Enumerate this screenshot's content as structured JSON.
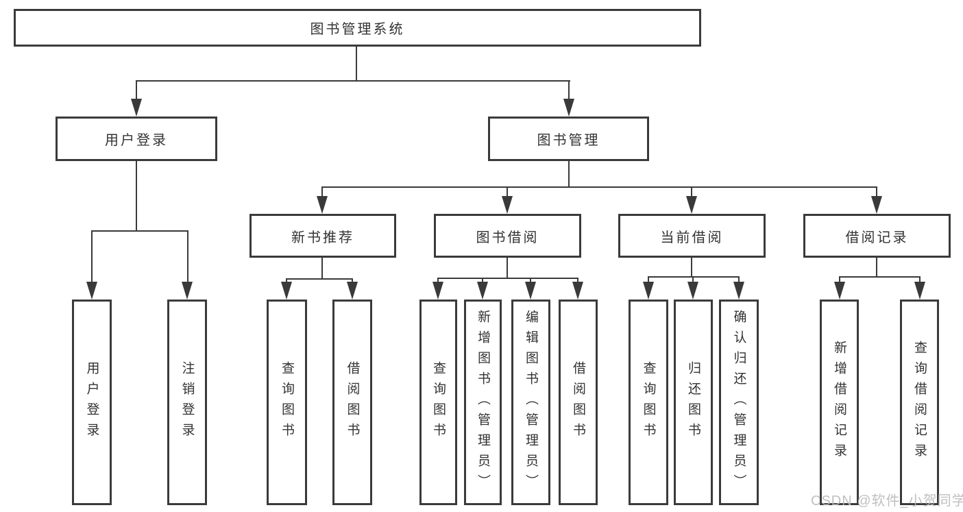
{
  "nodes": {
    "root": {
      "label": "图书管理系统"
    },
    "userLogin": {
      "label": "用户登录",
      "children": [
        {
          "label": "用户登录"
        },
        {
          "label": "注销登录"
        }
      ]
    },
    "bookMgmt": {
      "label": "图书管理"
    },
    "newBookRec": {
      "label": "新书推荐",
      "children": [
        {
          "label": "查询图书"
        },
        {
          "label": "借阅图书"
        }
      ]
    },
    "bookBorrow": {
      "label": "图书借阅",
      "children": [
        {
          "label": "查询图书"
        },
        {
          "label": "新增图书（管理员）"
        },
        {
          "label": "编辑图书（管理员）"
        },
        {
          "label": "借阅图书"
        }
      ]
    },
    "currentBorrow": {
      "label": "当前借阅",
      "children": [
        {
          "label": "查询图书"
        },
        {
          "label": "归还图书"
        },
        {
          "label": "确认归还（管理员）"
        }
      ]
    },
    "borrowRecords": {
      "label": "借阅记录",
      "children": [
        {
          "label": "新增借阅记录"
        },
        {
          "label": "查询借阅记录"
        }
      ]
    }
  },
  "watermark": {
    "text": "CSDN @软件_小贺同学"
  },
  "colors": {
    "line": "#3a3a3a",
    "text": "#333333",
    "background": "#ffffff",
    "watermark": "#b9b9b9"
  }
}
